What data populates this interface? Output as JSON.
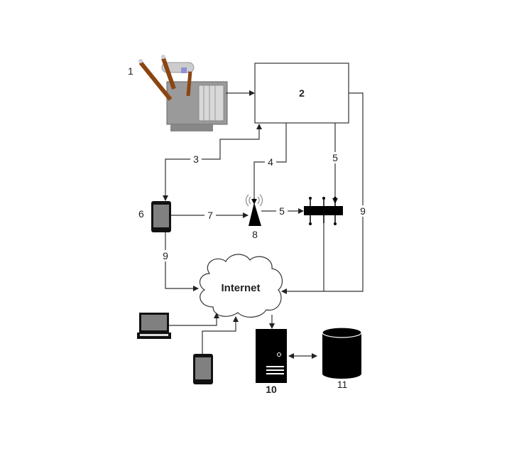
{
  "labels": {
    "transformer": "1",
    "controller": "2",
    "link_3": "3",
    "link_4": "4",
    "link_5_top": "5",
    "link_5_mid": "5",
    "tablet": "6",
    "link_7": "7",
    "antenna": "8",
    "link_9_right": "9",
    "link_9_left": "9",
    "internet": "Internet",
    "server": "10",
    "database": "11"
  },
  "colors": {
    "line": "#333333",
    "device_fill": "#000000",
    "screen": "#808080"
  }
}
